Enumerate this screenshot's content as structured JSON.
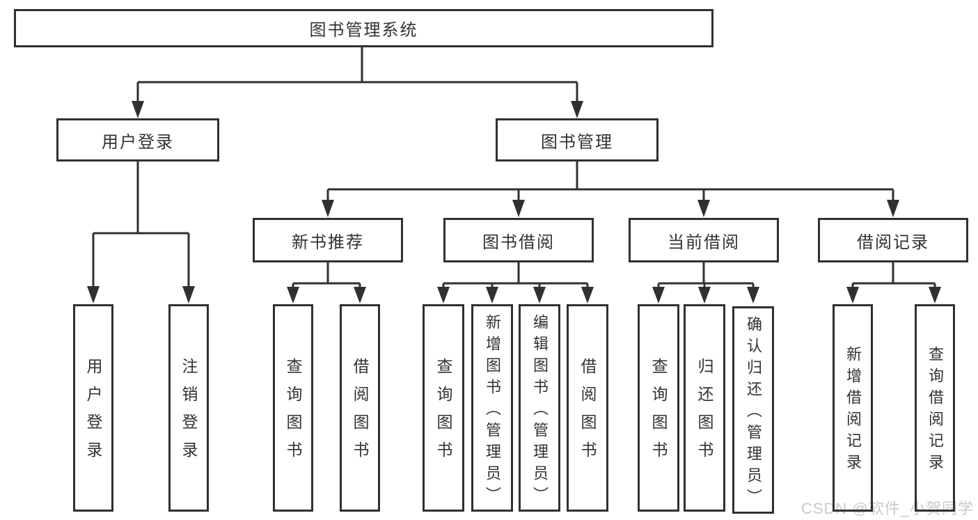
{
  "colors": {
    "line": "#303030",
    "text": "#323232",
    "watermark": "#ccc8c5"
  },
  "tree": {
    "root": {
      "label": "图书管理系统"
    },
    "level2": [
      {
        "label": "用户登录"
      },
      {
        "label": "图书管理"
      }
    ],
    "level3": [
      {
        "label": "新书推荐"
      },
      {
        "label": "图书借阅"
      },
      {
        "label": "当前借阅"
      },
      {
        "label": "借阅记录"
      }
    ],
    "leaves": [
      {
        "label": "用户登录"
      },
      {
        "label": "注销登录"
      },
      {
        "label": "查询图书"
      },
      {
        "label": "借阅图书"
      },
      {
        "label": "查询图书"
      },
      {
        "label": "新增图书（管理员）"
      },
      {
        "label": "编辑图书（管理员）"
      },
      {
        "label": "借阅图书"
      },
      {
        "label": "查询图书"
      },
      {
        "label": "归还图书"
      },
      {
        "label": "确认归还（管理员）"
      },
      {
        "label": "新增借阅记录"
      },
      {
        "label": "查询借阅记录"
      }
    ]
  },
  "watermark": {
    "text": "CSDN @软件_小贺同学"
  }
}
